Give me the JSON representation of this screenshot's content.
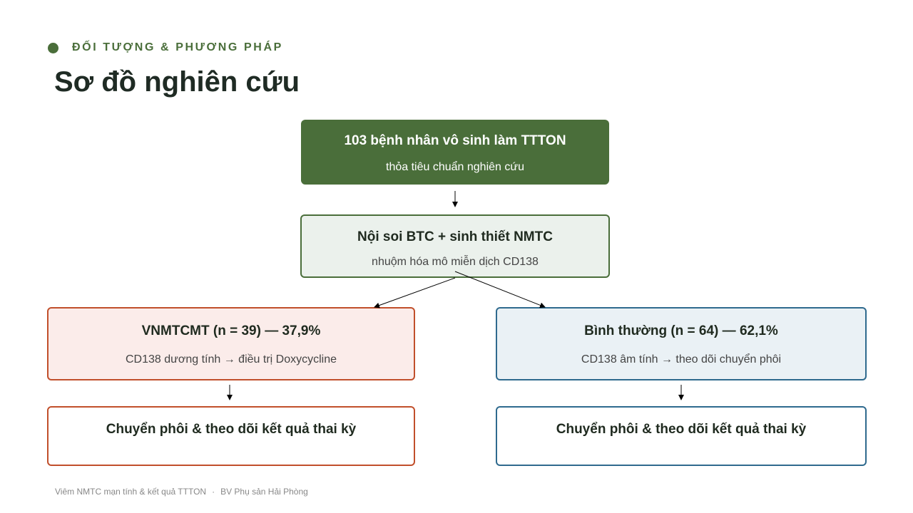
{
  "header": {
    "section_label": "ĐỐI TƯỢNG & PHƯƠNG PHÁP",
    "title": "Sơ đồ nghiên cứu"
  },
  "diagram": {
    "top": {
      "title": "103 bệnh nhân vô sinh làm TTTON",
      "subtitle": "thỏa tiêu chuẩn nghiên cứu"
    },
    "middle": {
      "title": "Nội soi BTC + sinh thiết NMTC",
      "subtitle": "nhuộm hóa mô miễn dịch CD138"
    },
    "left": {
      "title": "VNMTCMT (n = 39) — 37,9%",
      "subtitle": "CD138 dương tính → điều trị Doxycycline"
    },
    "right": {
      "title": "Bình thường (n = 64) — 62,1%",
      "subtitle": "CD138 âm tính → theo dõi chuyển phôi"
    },
    "left_bottom": {
      "title": "Chuyển phôi & theo dõi kết quả thai kỳ"
    },
    "right_bottom": {
      "title": "Chuyển phôi & theo dõi kết quả thai kỳ"
    }
  },
  "footer": {
    "left": "Viêm NMTC mạn tính & kết quả TTTON",
    "separator": "·",
    "right": "BV Phụ sản Hải Phòng"
  },
  "colors": {
    "green": "#4a6e3a",
    "green_light": "#ebf1ec",
    "orange": "#c14f2b",
    "orange_light": "#fbecea",
    "blue": "#2f6a8e",
    "blue_light": "#eaf1f5"
  }
}
